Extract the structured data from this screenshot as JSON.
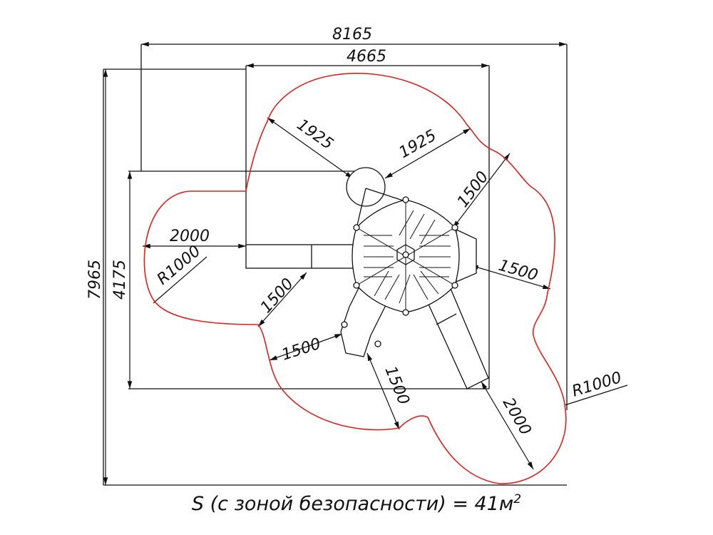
{
  "drawing": {
    "dimensions": {
      "overall_width": "8165",
      "inner_width": "4665",
      "overall_height": "7965",
      "inner_height": "4175",
      "radius_left_top": "1925",
      "radius_right_top": "1925",
      "clearance_ne": "1500",
      "clearance_e": "1500",
      "slide_left": "2000",
      "radius_left": "R1000",
      "clearance_sw": "1500",
      "clearance_s_left": "1500",
      "clearance_s": "1500",
      "slide_se": "2000",
      "radius_right": "R1000"
    },
    "caption": {
      "text": "S (с зоной безопасности) = 41м",
      "superscript": "2"
    },
    "colors": {
      "safety_zone": "#e0201c",
      "lines": "#111111"
    }
  }
}
